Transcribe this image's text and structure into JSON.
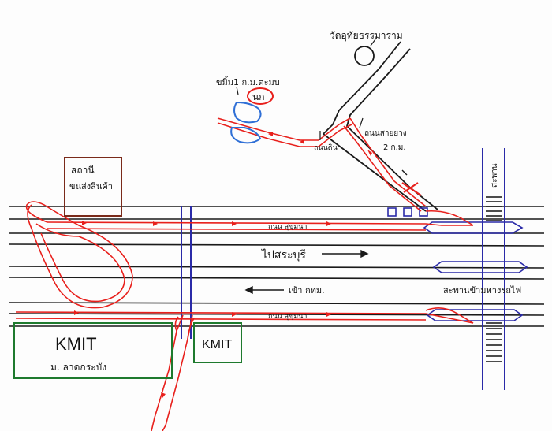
{
  "colors": {
    "ink": "#1a1a1a",
    "route": "#e8201c",
    "canal_line": "#2a2aa8",
    "kmit_border": "#1e7a2e",
    "pond": "#2f6fd6"
  },
  "labels": {
    "temple": "วัดอุทัยธรรมาราม",
    "inn": "ขมิ้ม1 ก.ม.ตะมบ",
    "inn_mark": "นก",
    "dirt_road": "ถนนดิน",
    "village_road": "ถนนสายยาง",
    "village_road_km": "2 ก.ม.",
    "station": "สถานี",
    "station_sub": "ขนส่งสินค้า",
    "road_top": "ถนน สุขุมนา",
    "to_saraburi": "ไปสระบุรี",
    "to_bkk": "เข้า กทม.",
    "road_bottom": "ถนน สุขุมนา",
    "railway_bridge": "สะพานข้ามทางรถไฟ",
    "bridge_vertical": "สะพาน",
    "kmit_main": "KMIT",
    "kmit_sub": "ม. ลาดกระบัง",
    "kmit_small": "KMIT"
  }
}
